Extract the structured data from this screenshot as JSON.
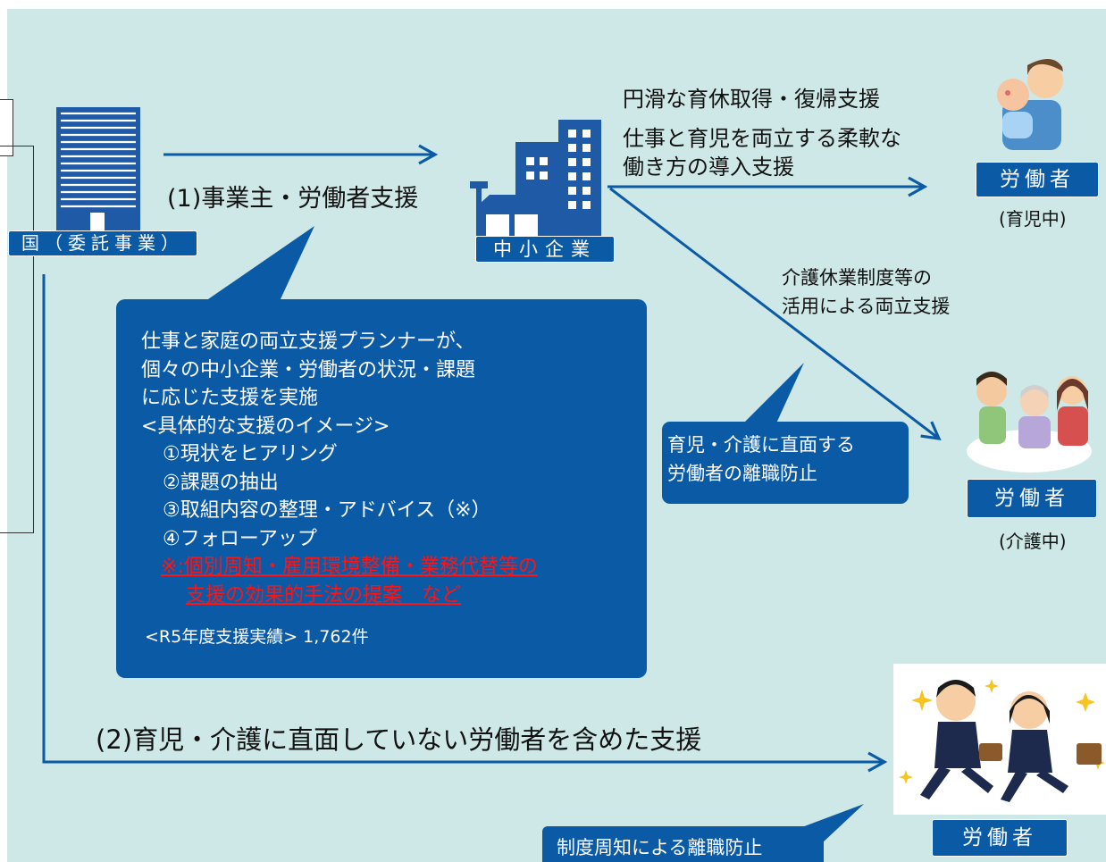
{
  "nodes": {
    "government_label": "国（委託事業）",
    "sme_label": "中小企業",
    "worker_label": "労働者",
    "worker_childcare_sub": "(育児中)",
    "worker_nursing_sub": "(介護中)"
  },
  "arrows": {
    "top_label": "(1)事業主・労働者支援",
    "bottom_label": "(2)育児・介護に直面していない労働者を含めた支援",
    "to_childcare_line1": "円滑な育休取得・復帰支援",
    "to_childcare_line2": "仕事と育児を両立する柔軟な",
    "to_childcare_line3": "働き方の導入支援",
    "to_nursing_line1": "介護休業制度等の",
    "to_nursing_line2": "活用による両立支援"
  },
  "callout_main": {
    "line1": "仕事と家庭の両立支援プランナーが、",
    "line2": "個々の中小企業・労働者の状況・課題",
    "line3": "に応じた支援を実施",
    "heading": "<具体的な支援のイメージ>",
    "items": [
      "①現状をヒアリング",
      "②課題の抽出",
      "③取組内容の整理・アドバイス（※）",
      "④フォローアップ"
    ],
    "note_line1": "※:個別周知・雇用環境整備・業務代替等の",
    "note_line2": "支援の効果的手法の提案　など",
    "result": "<R5年度支援実績> 1,762件"
  },
  "callout_mid": {
    "line1": "育児・介護に直面する",
    "line2": "労働者の離職防止"
  },
  "callout_bottom": {
    "text": "制度周知による離職防止"
  },
  "colors": {
    "background": "#cde8e6",
    "box_blue": "#0b5aa6",
    "note_red": "#ff1414"
  }
}
